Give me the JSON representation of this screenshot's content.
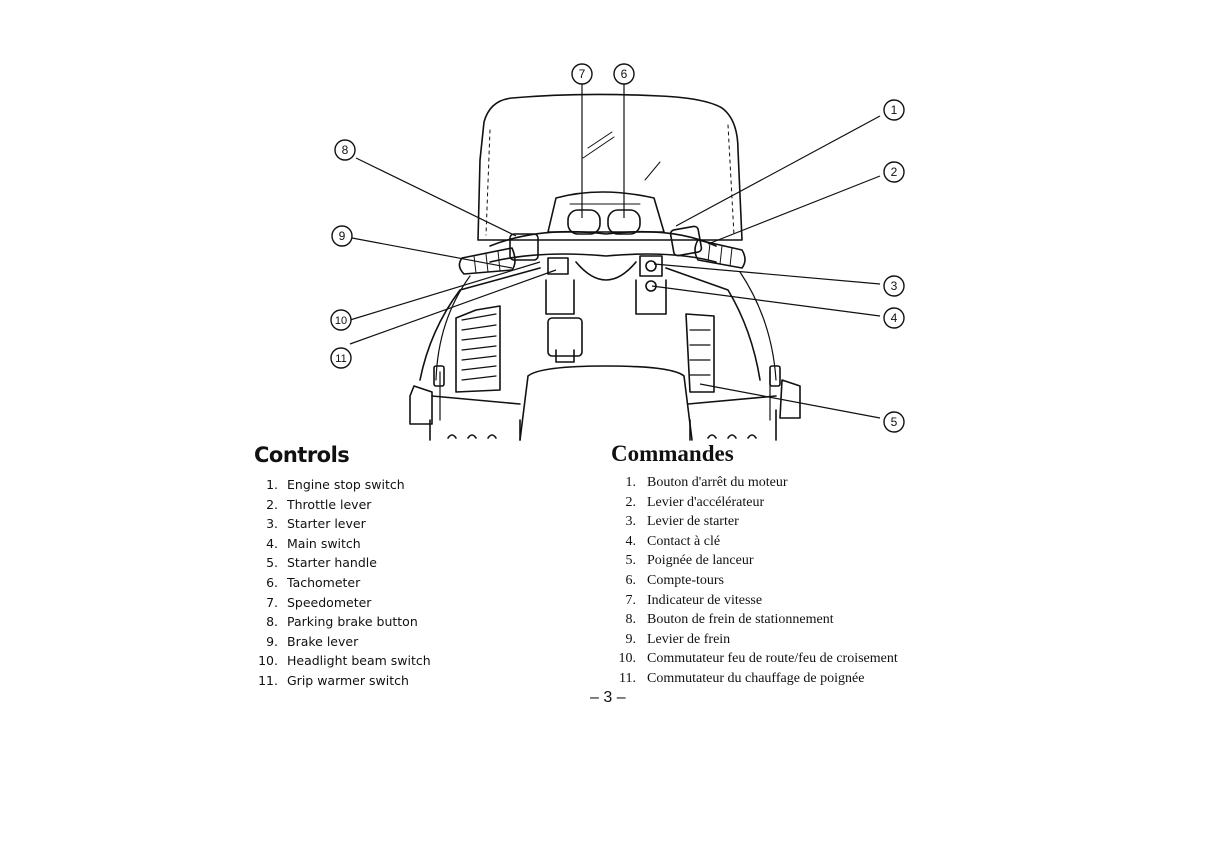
{
  "english": {
    "heading": "Controls",
    "items": [
      {
        "num": "1.",
        "label": "Engine stop switch"
      },
      {
        "num": "2.",
        "label": "Throttle lever"
      },
      {
        "num": "3.",
        "label": "Starter lever"
      },
      {
        "num": "4.",
        "label": "Main switch"
      },
      {
        "num": "5.",
        "label": "Starter handle"
      },
      {
        "num": "6.",
        "label": "Tachometer"
      },
      {
        "num": "7.",
        "label": "Speedometer"
      },
      {
        "num": "8.",
        "label": "Parking brake button"
      },
      {
        "num": "9.",
        "label": "Brake lever"
      },
      {
        "num": "10.",
        "label": "Headlight beam switch"
      },
      {
        "num": "11.",
        "label": "Grip warmer switch"
      }
    ]
  },
  "french": {
    "heading": "Commandes",
    "items": [
      {
        "num": "1.",
        "label": "Bouton d'arrêt du moteur"
      },
      {
        "num": "2.",
        "label": "Levier d'accélérateur"
      },
      {
        "num": "3.",
        "label": "Levier de starter"
      },
      {
        "num": "4.",
        "label": "Contact à clé"
      },
      {
        "num": "5.",
        "label": "Poignée de lanceur"
      },
      {
        "num": "6.",
        "label": "Compte-tours"
      },
      {
        "num": "7.",
        "label": "Indicateur de vitesse"
      },
      {
        "num": "8.",
        "label": "Bouton de frein de stationnement"
      },
      {
        "num": "9.",
        "label": "Levier de frein"
      },
      {
        "num": "10.",
        "label": "Commutateur feu de route/feu de croisement"
      },
      {
        "num": "11.",
        "label": "Commutateur du chauffage de poignée"
      }
    ]
  },
  "callouts": [
    "1",
    "2",
    "3",
    "4",
    "5",
    "6",
    "7",
    "8",
    "9",
    "10",
    "11"
  ],
  "page_number": "– 3 –"
}
